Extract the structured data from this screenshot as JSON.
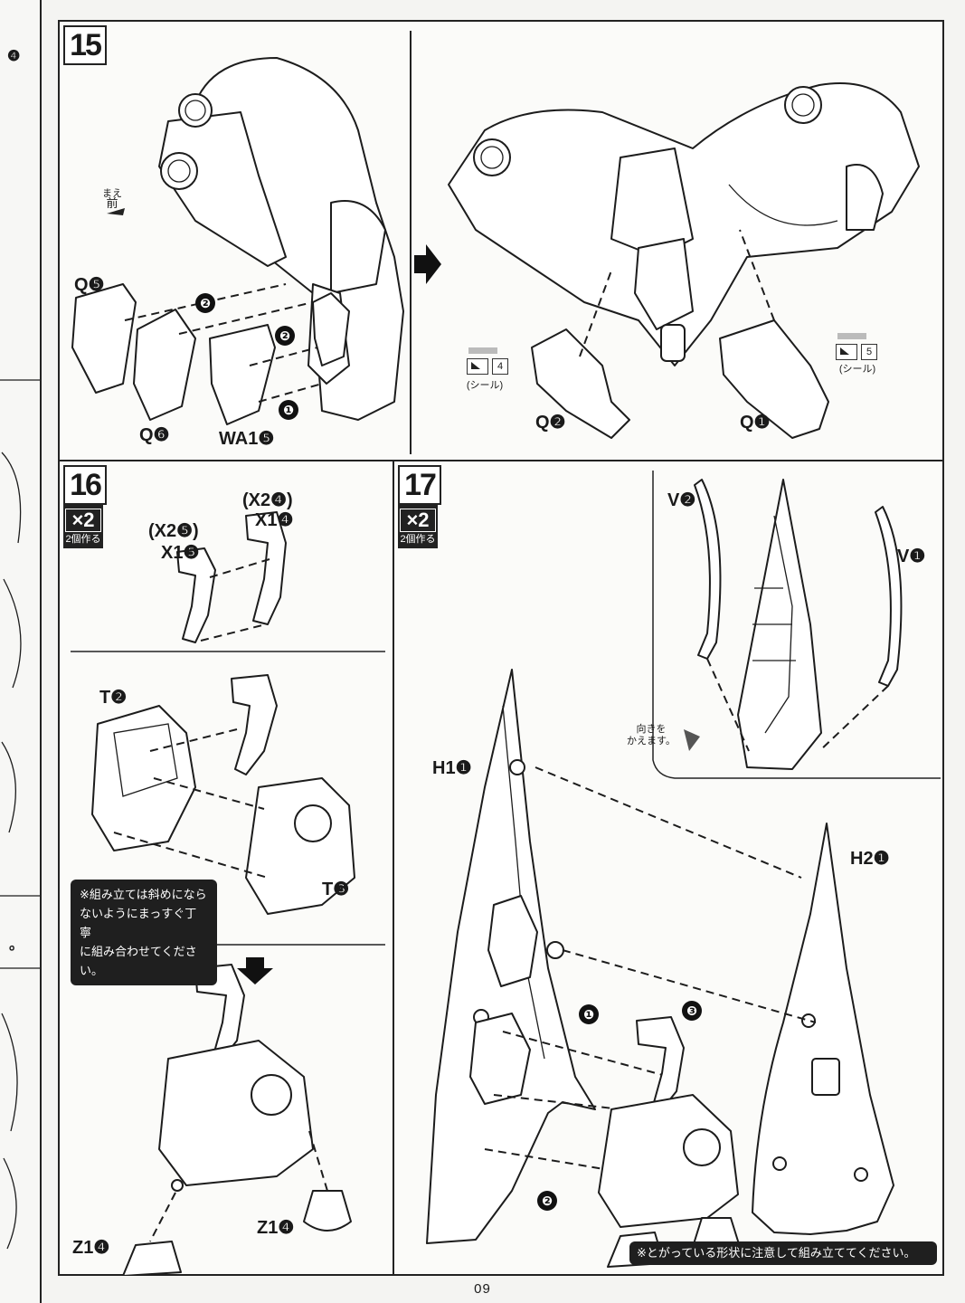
{
  "page_number": "09",
  "steps": [
    {
      "number": "15",
      "direction_label": {
        "furigana": "まえ",
        "kanji": "前"
      },
      "parts": [
        "Q❺",
        "Q❻",
        "WA1❺",
        "Q❷",
        "Q❶"
      ],
      "order_marks": [
        "❷",
        "❷",
        "❶"
      ],
      "stickers": [
        {
          "number": "4",
          "label": "(シール)"
        },
        {
          "number": "5",
          "label": "(シール)"
        }
      ]
    },
    {
      "number": "16",
      "multiplier": "×2",
      "multiplier_caption": "2個作る",
      "parts": [
        "(X2❹)",
        "X1❹",
        "(X2❺)",
        "X1❺",
        "T❷",
        "T❸",
        "Z1❹",
        "Z1❹"
      ],
      "note": [
        "※組み立ては斜めになら",
        "ないようにまっすぐ丁寧",
        "に組み合わせてください。"
      ]
    },
    {
      "number": "17",
      "multiplier": "×2",
      "multiplier_caption": "2個作る",
      "parts": [
        "V❷",
        "V❶",
        "H1❶",
        "H2❶"
      ],
      "order_marks": [
        "❶",
        "❸",
        "❷"
      ],
      "turn_note": [
        "向きを",
        "かえます。"
      ],
      "note": "※とがっている形状に注意して組み立ててください。"
    }
  ],
  "prev_page_fragments": [
    "❹",
    "。"
  ]
}
